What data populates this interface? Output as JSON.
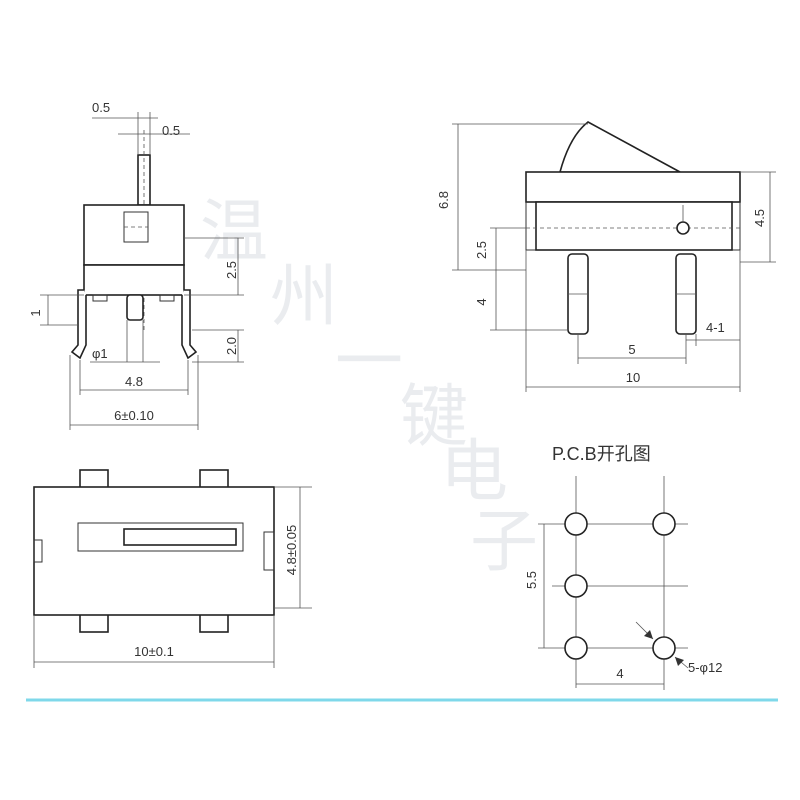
{
  "watermark": [
    "温",
    "州",
    "一",
    "键",
    "电",
    "子"
  ],
  "front_view": {
    "dim_top_left": "0.5",
    "dim_top_right": "0.5",
    "dim_2_5": "2.5",
    "dim_1": "1",
    "dim_2_0": "2.0",
    "dim_phi1": "φ1",
    "dim_4_8": "4.8",
    "dim_6": "6±0.10"
  },
  "side_view": {
    "dim_6_8": "6.8",
    "dim_2_5": "2.5",
    "dim_4": "4",
    "dim_4_5": "4.5",
    "dim_5": "5",
    "dim_4_1": "4-1",
    "dim_10": "10"
  },
  "top_view": {
    "dim_4_8": "4.8±0.05",
    "dim_10": "10±0.1"
  },
  "pcb": {
    "title": "P.C.B开孔图",
    "dim_5_5": "5.5",
    "dim_4": "4",
    "dim_holes": "5-φ12"
  },
  "colors": {
    "line": "#333333",
    "accent_rule": "#7fd8ea",
    "watermark": "#d9dde3"
  }
}
